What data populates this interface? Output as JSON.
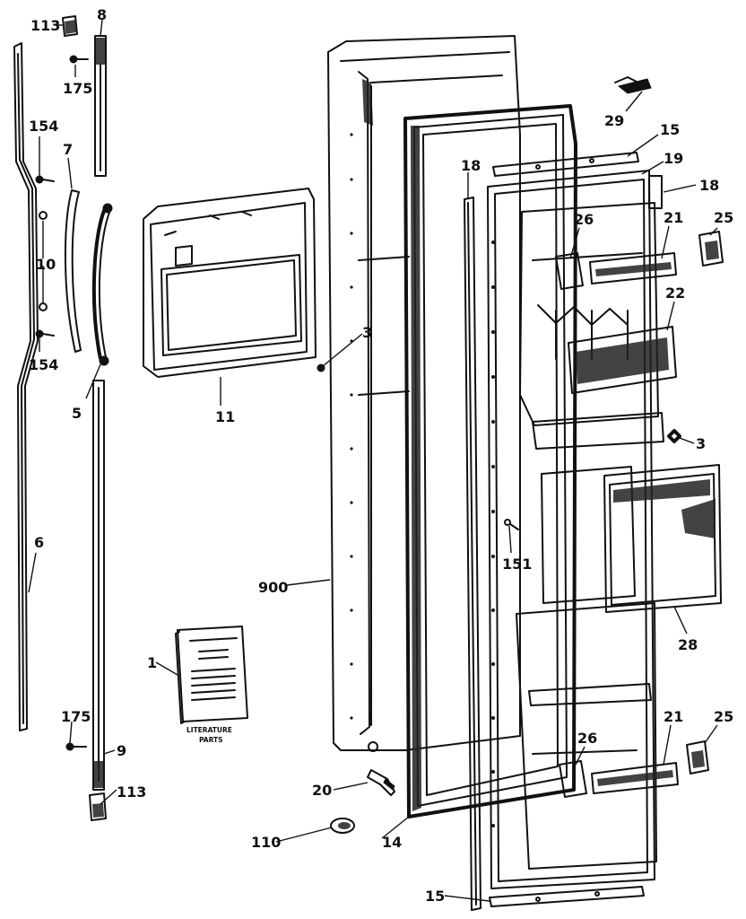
{
  "callouts": {
    "c113a": "113",
    "c8": "8",
    "c175a": "175",
    "c154a": "154",
    "c7": "7",
    "c10": "10",
    "c154b": "154",
    "c5": "5",
    "c6": "6",
    "c175b": "175",
    "c9": "9",
    "c113b": "113",
    "c11": "11",
    "c3a": "3",
    "c1": "1",
    "c900": "900",
    "c20": "20",
    "c110": "110",
    "c14": "14",
    "c29": "29",
    "c15a": "15",
    "c19": "19",
    "c18a": "18",
    "c18b": "18",
    "c26a": "26",
    "c21a": "21",
    "c25a": "25",
    "c22": "22",
    "c3b": "3",
    "c151": "151",
    "c28": "28",
    "c26b": "26",
    "c21b": "21",
    "c25b": "25",
    "c15b": "15"
  },
  "literature": {
    "line1": "LITERATURE",
    "line2": "PARTS"
  },
  "colors": {
    "ink": "#111111",
    "paper": "#ffffff"
  }
}
